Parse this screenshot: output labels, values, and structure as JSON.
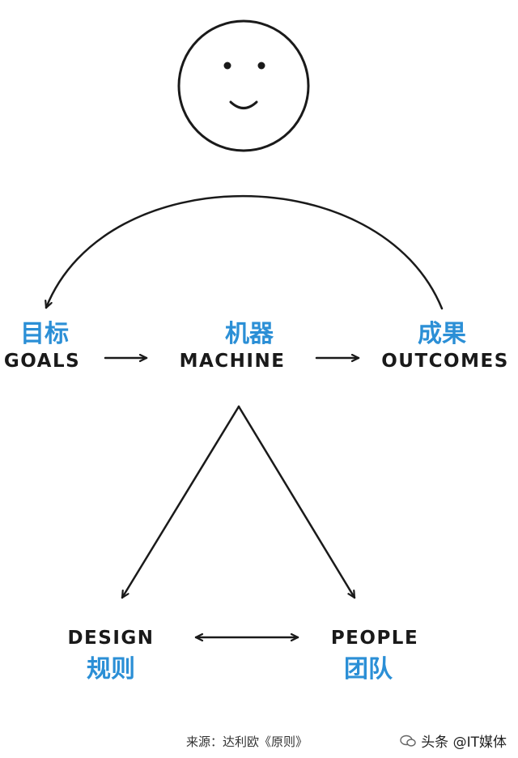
{
  "colors": {
    "accent_blue": "#2b8fd6",
    "ink": "#1a1a1a",
    "background": "#ffffff"
  },
  "nodes": {
    "goals": {
      "zh": "目标",
      "en": "GOALS"
    },
    "machine": {
      "zh": "机器",
      "en": "MACHINE"
    },
    "outcomes": {
      "zh": "成果",
      "en": "OUTCOMES"
    },
    "design": {
      "en": "DESIGN",
      "zh": "规则"
    },
    "people": {
      "en": "PEOPLE",
      "zh": "团队"
    }
  },
  "caption": "来源：达利欧《原则》",
  "watermark": {
    "icon": "chat-bubble-icon",
    "text": "头条 @IT媒体"
  }
}
